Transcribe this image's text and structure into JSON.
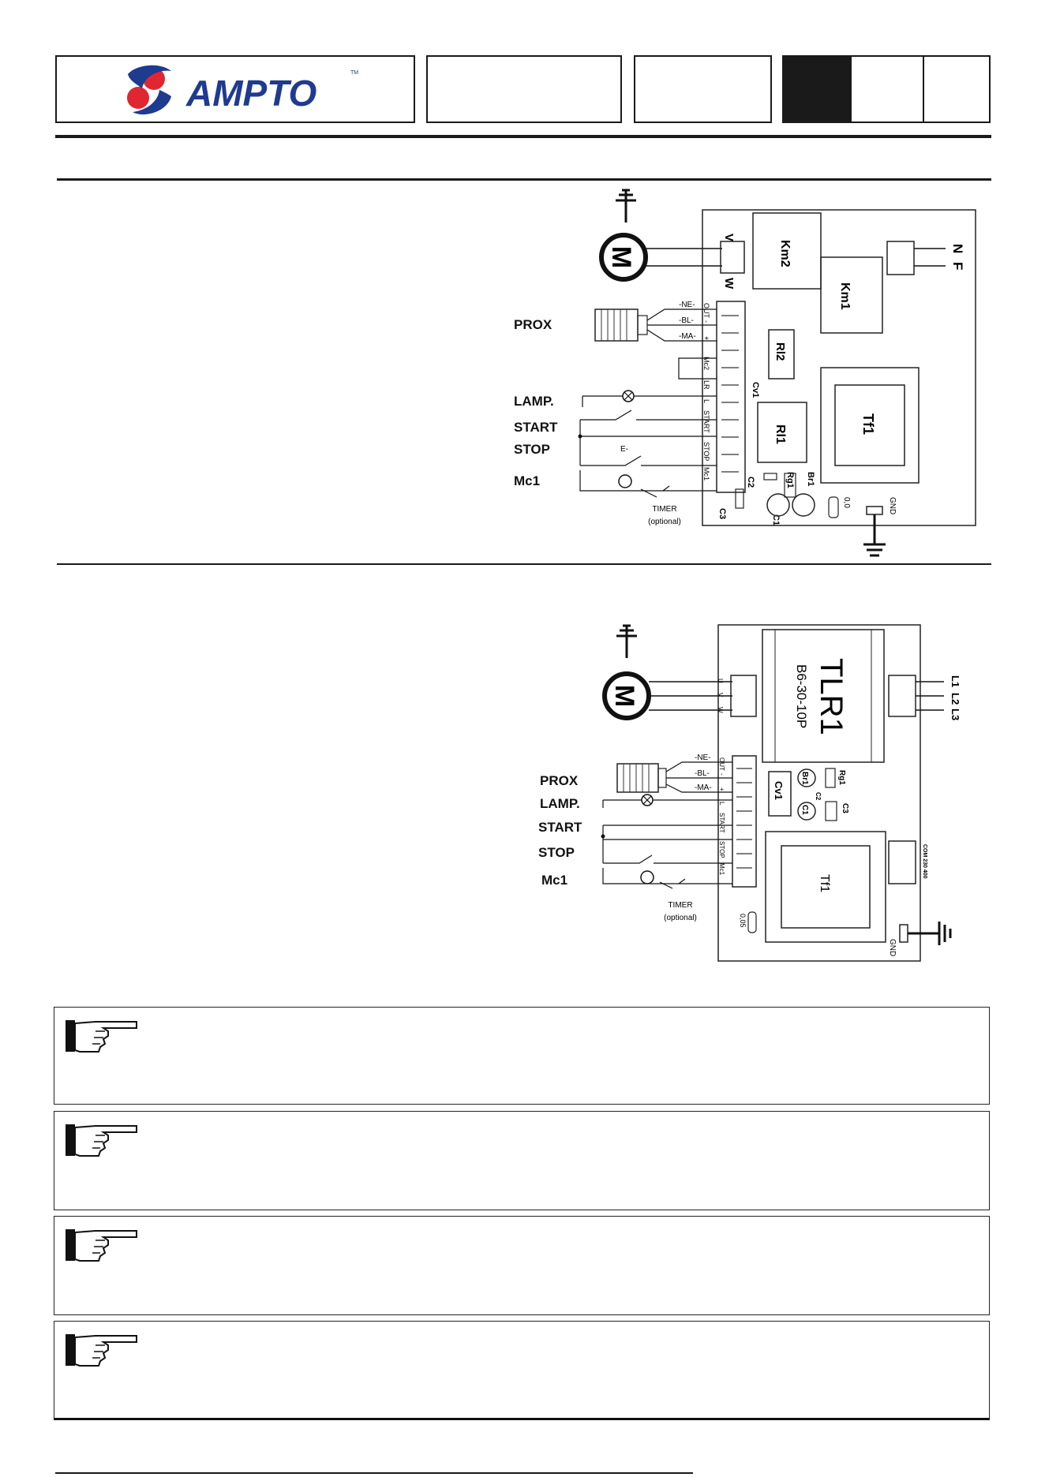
{
  "brand": {
    "name": "AMPTO",
    "tm": "TM"
  },
  "diagram1": {
    "left_labels": [
      "PROX",
      "LAMP.",
      "START",
      "STOP",
      "Mc1"
    ],
    "motor_terminals": [
      "V",
      "W"
    ],
    "supply_terminals": [
      "N",
      "F"
    ],
    "wire_colors": [
      "-NE-",
      "-BL-",
      "-MA-"
    ],
    "strip_labels": [
      "OUT",
      "-",
      "+",
      "Mc2",
      "LR",
      "L",
      "START",
      "STOP",
      "Mc1"
    ],
    "components": [
      "Km2",
      "Km1",
      "Rl2",
      "Rl1",
      "Tf1",
      "Cv1",
      "C2",
      "C3",
      "C1",
      "Rg1",
      "Br1"
    ],
    "fuse": "0,0",
    "gnd": "GND",
    "timer": "TIMER",
    "timer_note": "(optional)",
    "motor": "M"
  },
  "diagram2": {
    "left_labels": [
      "PROX",
      "LAMP.",
      "START",
      "STOP",
      "Mc1"
    ],
    "motor_terminals": [
      "U",
      "V",
      "W"
    ],
    "supply_terminals": [
      "L1",
      "L2",
      "L3"
    ],
    "wire_colors": [
      "-NE-",
      "-BL-",
      "-MA-"
    ],
    "strip_labels": [
      "OUT",
      "-",
      "+",
      "L",
      "START",
      "STOP",
      "Mc1"
    ],
    "tlr": "TLR1",
    "tlr_model": "B6-30-10P",
    "components": [
      "Cv1",
      "Br1",
      "Rg1",
      "C2",
      "C1",
      "C3",
      "Tf1"
    ],
    "com_label": "COM 230 400",
    "fuse": "0,05",
    "gnd": "GND",
    "timer": "TIMER",
    "timer_note": "(optional)",
    "motor": "M"
  },
  "notes": [
    "",
    "",
    "",
    ""
  ]
}
